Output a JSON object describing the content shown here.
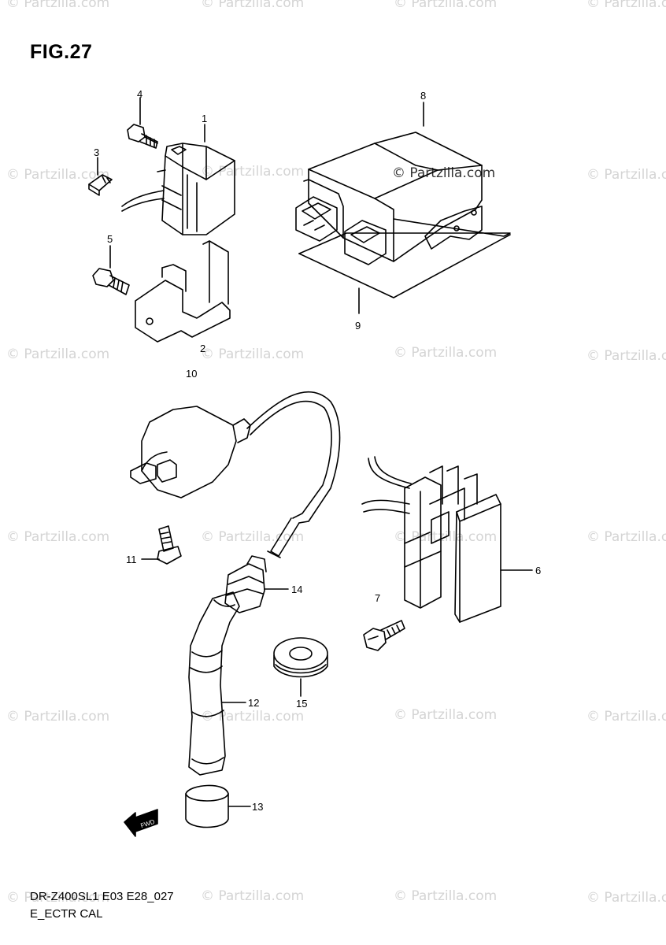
{
  "figure": {
    "title": "FIG.27"
  },
  "watermark": {
    "text": "© Partzilla.com"
  },
  "callouts": {
    "p1": "1",
    "p2": "2",
    "p3": "3",
    "p4": "4",
    "p5": "5",
    "p6": "6",
    "p7": "7",
    "p8": "8",
    "p9": "9",
    "p10": "10",
    "p11": "11",
    "p12": "12",
    "p13": "13",
    "p14": "14",
    "p15": "15"
  },
  "arrow_label": "FWD",
  "footer": {
    "model_code": "DR-Z400SL1 E03 E28_027",
    "section": "E_ECTR CAL"
  }
}
